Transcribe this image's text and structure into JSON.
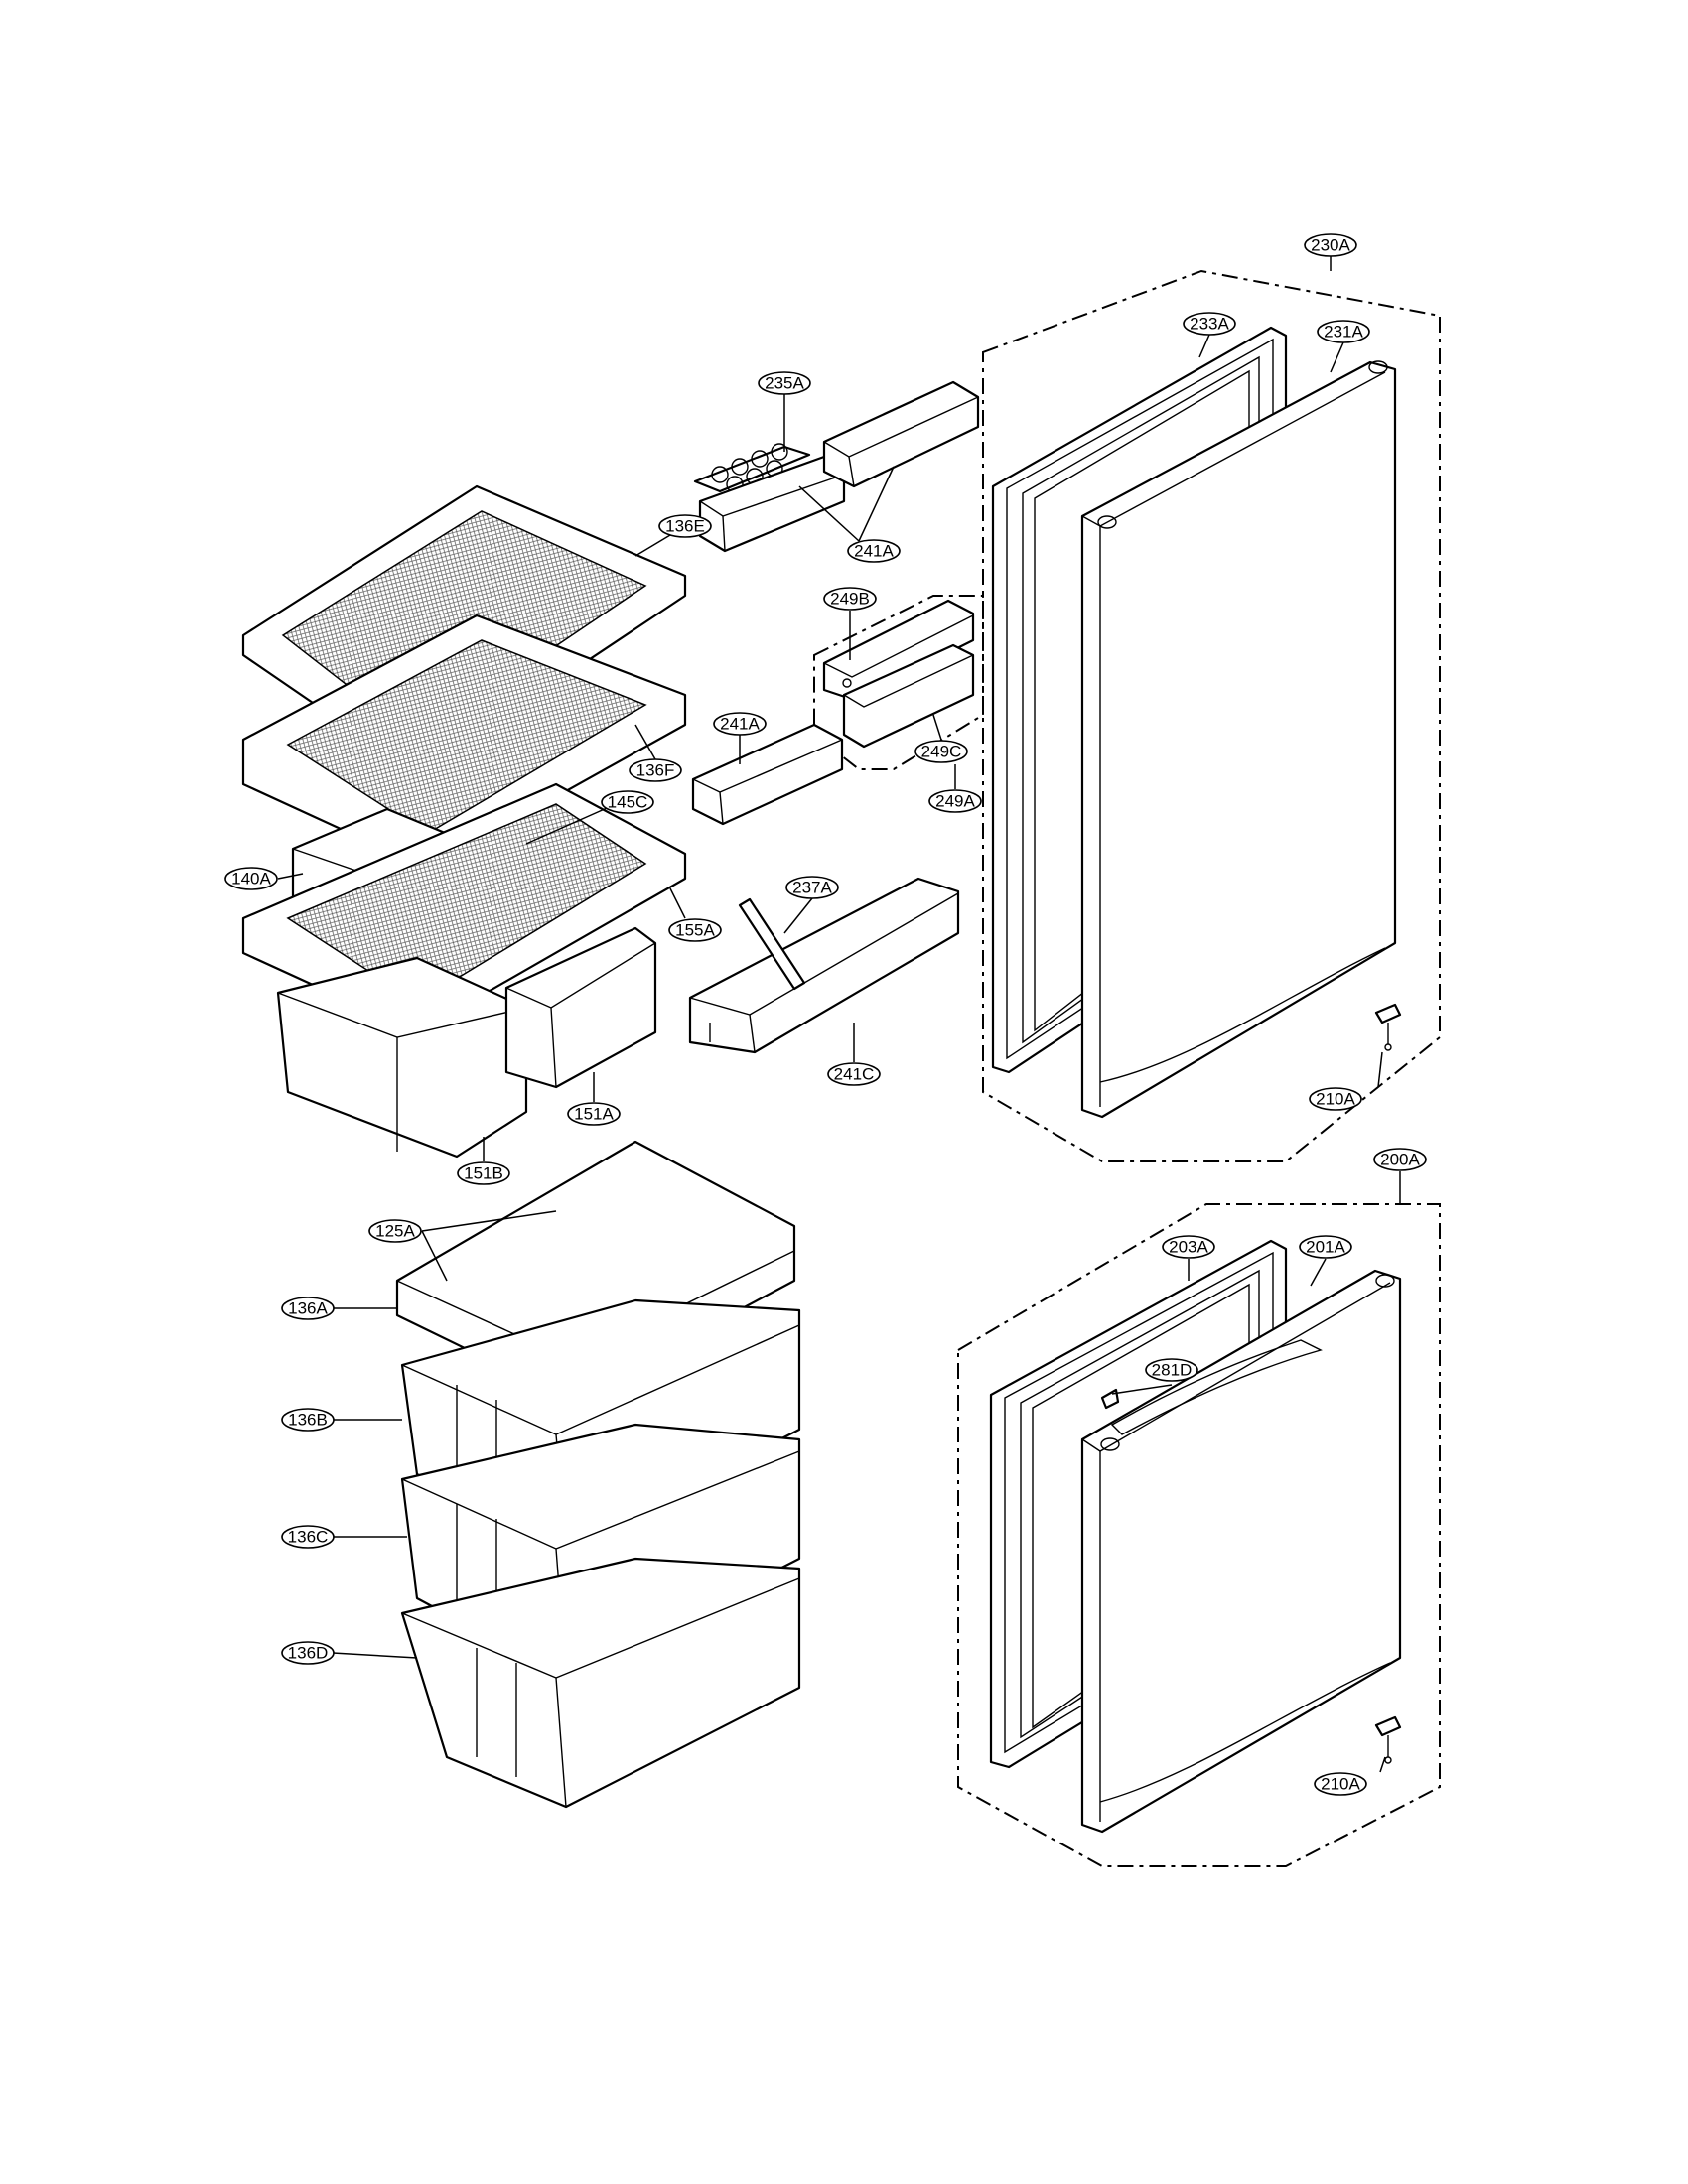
{
  "labels": {
    "l230A": "230A",
    "l233A": "233A",
    "l231A": "231A",
    "l235A": "235A",
    "l241A_top": "241A",
    "l136E": "136E",
    "l249B": "249B",
    "l241A_mid": "241A",
    "l136F": "136F",
    "l145C": "145C",
    "l249C": "249C",
    "l249A": "249A",
    "l140A": "140A",
    "l237A": "237A",
    "l155A": "155A",
    "l210A_top": "210A",
    "l241C": "241C",
    "l151A": "151A",
    "l151B": "151B",
    "l200A": "200A",
    "l125A": "125A",
    "l203A": "203A",
    "l201A": "201A",
    "l136A": "136A",
    "l281D": "281D",
    "l136B": "136B",
    "l136C": "136C",
    "l136D": "136D",
    "l210A_bot": "210A"
  }
}
